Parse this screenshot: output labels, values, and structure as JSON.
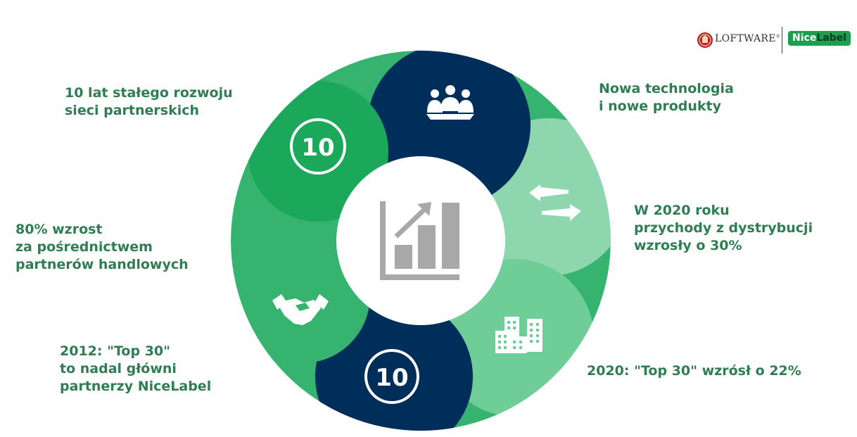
{
  "logos": {
    "loftware": "LOFTWARE",
    "loftware_tm": "®",
    "nicelabel_part1": "Nice",
    "nicelabel_part2": "Label"
  },
  "segments": [
    {
      "id": "partners",
      "icon": "number-10-badge-icon",
      "badge": "10",
      "color": "#1ba85a",
      "label_lines": [
        "10 lat stałego rozwoju",
        "sieci partnerskich"
      ]
    },
    {
      "id": "technology",
      "icon": "team-meeting-icon",
      "color": "#002e5b",
      "label_lines": [
        "Nowa technologia",
        "i nowe produkty"
      ]
    },
    {
      "id": "distribution",
      "icon": "exchange-arrows-icon",
      "color": "#8ed6ae",
      "label_lines": [
        "W 2020 roku",
        "przychody z dystrybucji",
        "wzrosły o 30%"
      ]
    },
    {
      "id": "top30-2020",
      "icon": "buildings-icon",
      "color": "#6fce98",
      "label_lines": [
        "2020: \"Top 30\" wzrósł o 22%"
      ]
    },
    {
      "id": "top30-2012",
      "icon": "number-10-badge-icon",
      "badge": "10",
      "color": "#002e5b",
      "label_lines": [
        "2012: \"Top 30\"",
        "to nadal główni",
        "partnerzy NiceLabel"
      ]
    },
    {
      "id": "trade-partners",
      "icon": "handshake-icon",
      "color": "#35b36f",
      "label_lines": [
        "80% wzrost",
        "za pośrednictwem",
        "partnerów handlowych"
      ]
    }
  ],
  "center": {
    "icon": "growth-chart-icon",
    "color": "#a8a8a8"
  },
  "colors": {
    "text": "#2e7d53"
  }
}
